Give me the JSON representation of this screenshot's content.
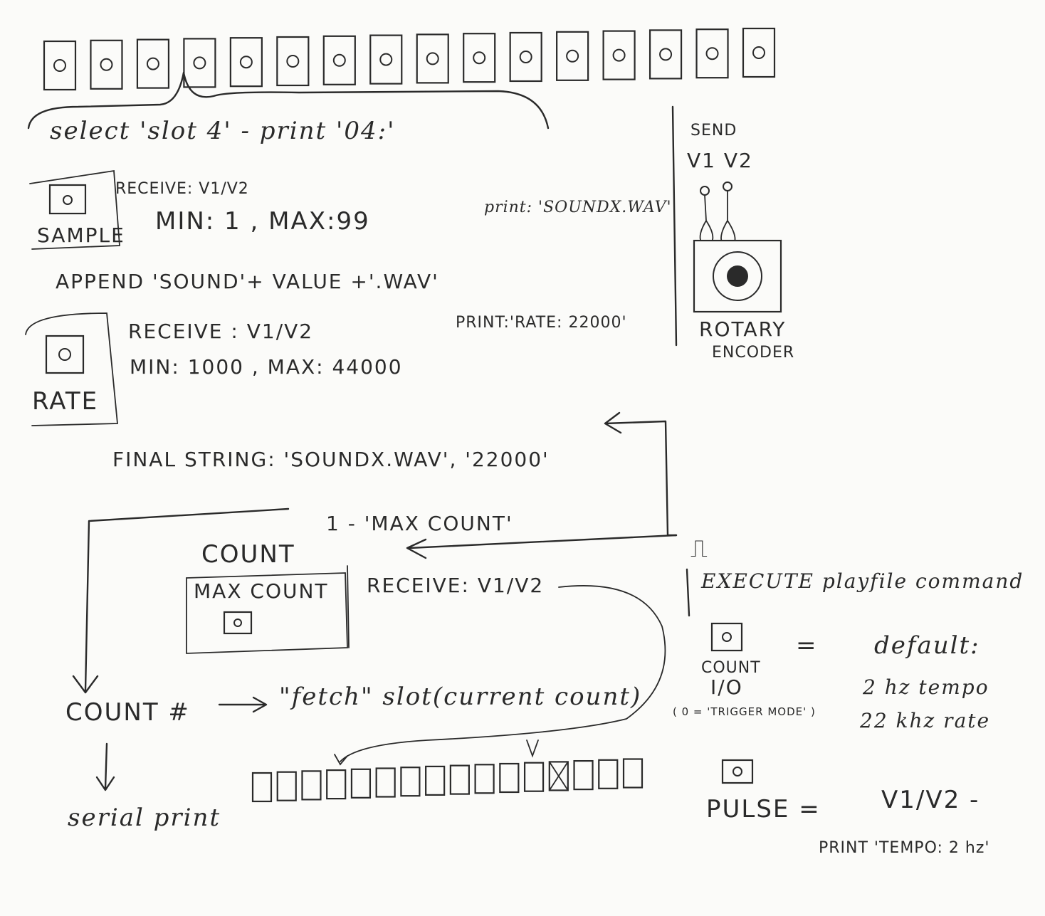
{
  "top": {
    "pad_count": 16,
    "selected_index": 3,
    "caption": "select 'slot 4' - print '04:'"
  },
  "sample": {
    "box_label": "SAMPLE",
    "receive": "RECEIVE: V1/V2",
    "range": "MIN: 1 , MAX:99",
    "print": "print: 'SOUNDX.WAV'",
    "append": "APPEND 'SOUND'+ VALUE +'.WAV'"
  },
  "rate": {
    "box_label": "RATE",
    "receive": "RECEIVE : V1/V2",
    "range": "MIN: 1000 , MAX: 44000",
    "print": "PRINT:'RATE: 22000'"
  },
  "encoder": {
    "send": "SEND",
    "channels": "V1  V2",
    "label_line1": "ROTARY",
    "label_line2": "ENCODER"
  },
  "final_string": "FINAL STRING: 'SOUNDX.WAV', '22000'",
  "count_range": "1 - 'MAX COUNT'",
  "count": {
    "title": "COUNT",
    "box_label": "MAX  COUNT",
    "receive": "RECEIVE: V1/V2"
  },
  "pulse_symbol": "⎍",
  "execute": "EXECUTE playfile command",
  "count_hash": "COUNT #",
  "fetch": "\"fetch\" slot(current count)",
  "serial": "serial print",
  "bottom_slots": {
    "count": 16,
    "filled_index": 3,
    "crossed_index": 12
  },
  "count_io": {
    "eq": "=",
    "label": "COUNT",
    "io": "I/O",
    "mode": "( 0 = 'TRIGGER MODE' )",
    "default_title": "default:",
    "default_tempo": "2 hz tempo",
    "default_rate": "22 khz rate"
  },
  "pulse": {
    "label": "PULSE =",
    "value": "V1/V2 -",
    "print": "PRINT 'TEMPO: 2 hz'"
  }
}
